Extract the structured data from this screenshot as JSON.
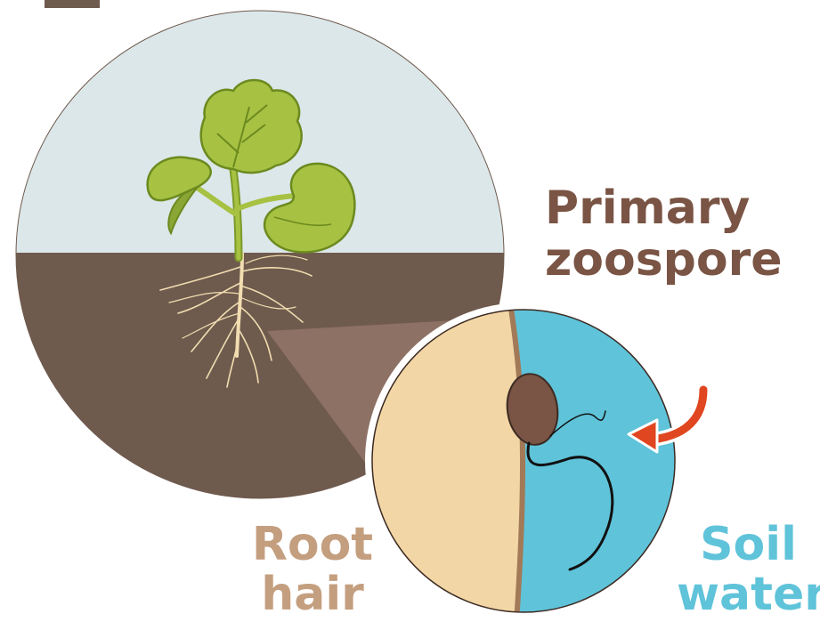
{
  "labels": {
    "primary_line1": "Primary",
    "primary_line2": "zoospore",
    "root_line1": "Root",
    "root_line2": "hair",
    "soil_line1": "Soil",
    "soil_line2": "water"
  },
  "colors": {
    "sky": "#dce7ea",
    "soil_dark": "#6f5a4e",
    "soil_wedge": "#8d7164",
    "leaf": "#a7c142",
    "leaf_outline": "#6b8a1f",
    "root": "#f1ddb0",
    "root_hair_fill": "#f2d6a6",
    "cell_wall": "#a27a58",
    "soil_water": "#5fc3d9",
    "zoospore": "#7a5444",
    "flagella": "#111111",
    "arrow": "#e0461f",
    "label_primary": "#7a5444",
    "label_root": "#c49f7f",
    "label_soil": "#5fc3d9"
  }
}
